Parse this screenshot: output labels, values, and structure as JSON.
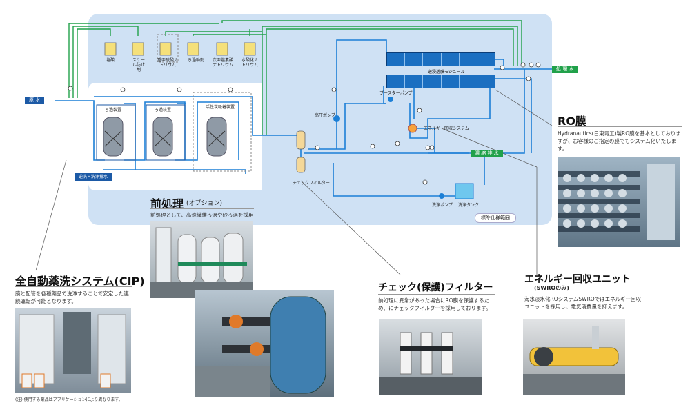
{
  "labels": {
    "raw_water": "原 水",
    "treated_water": "処 理 水",
    "backwash_drain": "逆洗・洗浄排水",
    "concentrate_drain": "濃 縮 排 水",
    "standard_scope": "標準仕様範囲",
    "ro_module": "逆浸透膜モジュール",
    "booster_pump": "ブースターポンプ",
    "hp_pump": "高圧ポンプ",
    "erd_system": "エネルギー回収システム",
    "check_filter": "チェックフィルター",
    "wash_pump": "洗浄ポンプ",
    "wash_tank": "洗浄タンク",
    "filter_1": "ろ過装置",
    "filter_2": "ろ過装置",
    "filter_3": "活性炭吸着装置",
    "chem_1": "塩酸",
    "chem_2": "スケール防止剤",
    "chem_3": "重亜硫酸ナトリウム",
    "chem_4": "ろ過助剤",
    "chem_5": "次亜塩素酸ナトリウム",
    "chem_6": "水酸化ナトリウム"
  },
  "sections": {
    "ro": {
      "title": "RO膜",
      "text": "Hydranautics(日東電工)製RO膜を基本としておりますが、お客様のご指定の膜でもシステム化いたします。"
    },
    "pretreatment": {
      "title": "前処理",
      "subtitle": "(オプション)",
      "text": "前処理として、高速繊維ろ過や砂ろ過を採用"
    },
    "cip": {
      "title": "全自動薬洗システム(CIP)",
      "text": "膜と配管を各種薬品で洗浄することで安定した連続運転が可能となります。",
      "note": "(注) 使用する薬品はアプリケーションにより異なります。"
    },
    "check_filter": {
      "title": "チェック(保護)フィルター",
      "text": "前処理に異常があった場合にRO膜を保護するため、にチェックフィルターを採用しております。"
    },
    "erd": {
      "title": "エネルギー回収ユニット",
      "subtitle": "(SWROのみ)",
      "text": "海水淡水化ROシステムSWROではエネルギー回収ユニットを採用し、電気消費量を抑えます。"
    }
  },
  "colors": {
    "pipe_green": "#21a14a",
    "pipe_blue": "#1c7fd6",
    "zone_blue": "#cfe1f4",
    "label_blue": "#1c5aa6"
  }
}
